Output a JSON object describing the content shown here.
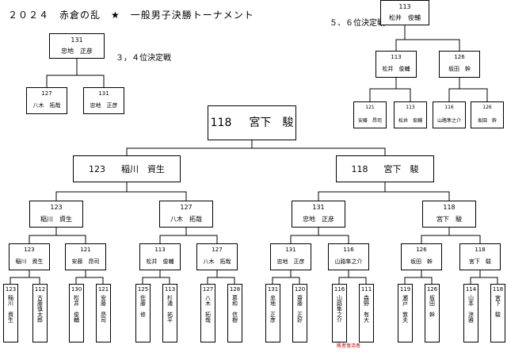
{
  "title": "２０２４　赤倉の乱　★　一般男子決勝トーナメント",
  "third_place": {
    "label": "３，４位決定戦",
    "winner": {
      "seed": "131",
      "name": "忠地　正彦"
    },
    "left": {
      "seed": "127",
      "name": "八木　拓哉"
    },
    "right": {
      "seed": "131",
      "name": "忠地　正彦"
    }
  },
  "fifth_place": {
    "label": "５、６位決定戦",
    "winner": {
      "seed": "113",
      "name": "松井　俊輔"
    },
    "left": {
      "seed": "113",
      "name": "松井　俊輔"
    },
    "right": {
      "seed": "126",
      "name": "坂田　幹"
    },
    "ll": {
      "seed": "121",
      "name": "安藤　昂司"
    },
    "lr": {
      "seed": "113",
      "name": "松井　俊輔"
    },
    "rl": {
      "seed": "116",
      "name": "山路隼之介"
    },
    "rr": {
      "seed": "126",
      "name": "坂田　幹"
    }
  },
  "champion": {
    "seed": "118",
    "name": "宮下　駿"
  },
  "final": {
    "left": {
      "seed": "123",
      "name": "稲川　資生"
    },
    "right": {
      "seed": "118",
      "name": "宮下　駿"
    }
  },
  "semis": [
    {
      "seed": "123",
      "name": "稲川　資生"
    },
    {
      "seed": "127",
      "name": "八木　拓哉"
    },
    {
      "seed": "131",
      "name": "忠地　正彦"
    },
    {
      "seed": "118",
      "name": "宮下　駿"
    }
  ],
  "quarters": [
    {
      "seed": "123",
      "name": "稲川　資生"
    },
    {
      "seed": "121",
      "name": "安藤　昂司"
    },
    {
      "seed": "113",
      "name": "松井　俊輔"
    },
    {
      "seed": "127",
      "name": "八木　拓哉"
    },
    {
      "seed": "131",
      "name": "忠地　正彦"
    },
    {
      "seed": "116",
      "name": "山路隼之介"
    },
    {
      "seed": "126",
      "name": "坂田　幹"
    },
    {
      "seed": "118",
      "name": "宮下　駿"
    }
  ],
  "entrants": [
    {
      "seed": "123",
      "name": "稲川　資生"
    },
    {
      "seed": "112",
      "name": "古藤慎太郎"
    },
    {
      "seed": "130",
      "name": "松井　俊輔"
    },
    {
      "seed": "121",
      "name": "安藤　昂司"
    },
    {
      "seed": "125",
      "name": "佐藤　修"
    },
    {
      "seed": "113",
      "name": "杉浦　祐平"
    },
    {
      "seed": "127",
      "name": "八木　拓哉"
    },
    {
      "seed": "128",
      "name": "葛和　信樹"
    },
    {
      "seed": "131",
      "name": "忠地　正彦"
    },
    {
      "seed": "120",
      "name": "齋藤　正好"
    },
    {
      "seed": "116",
      "name": "山路隼之介"
    },
    {
      "seed": "111",
      "name": "森野　有大"
    },
    {
      "seed": "119",
      "name": "瀬戸　敦夫"
    },
    {
      "seed": "126",
      "name": "坂田　幹"
    },
    {
      "seed": "114",
      "name": "山本　涼雅"
    },
    {
      "seed": "118",
      "name": "宮下　駿"
    }
  ],
  "repechage_note": "敗者復活者"
}
